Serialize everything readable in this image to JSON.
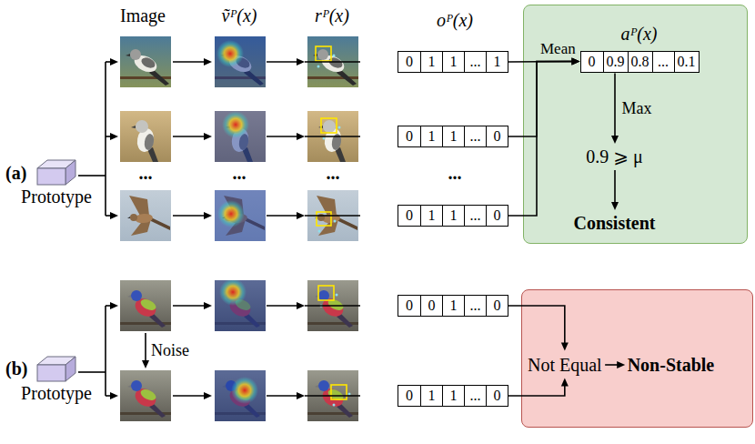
{
  "diagram": {
    "nodes": [
      {
        "text": [
          "Prototype"
        ]
      },
      {
        "text": [
          "0",
          "1",
          "1",
          "...",
          "1"
        ]
      },
      {
        "text": [
          "0",
          "1",
          "1",
          "...",
          "0"
        ]
      },
      {
        "text": [
          "0",
          "1",
          "1",
          "...",
          "0"
        ]
      },
      {
        "text": [
          "aᴾ(x)",
          "Max",
          "0.9 ⩾ μ",
          "Consistent"
        ]
      },
      {
        "text": [
          "0",
          "0.9",
          "0.8",
          "...",
          "0.1"
        ],
        "in": 4
      },
      {
        "text": [
          "Prototype"
        ]
      },
      {
        "text": [
          "0",
          "0",
          "1",
          "...",
          "0"
        ]
      },
      {
        "text": [
          "0",
          "1",
          "1",
          "...",
          "0"
        ]
      },
      {
        "text": [
          "Not Equal",
          "Non-Stable"
        ]
      }
    ],
    "edges": [
      {
        "from": 1,
        "to": 5,
        "label": "Mean",
        "arrow": "to"
      },
      {
        "from": 2,
        "to": 5,
        "arrow": "to"
      },
      {
        "from": 3,
        "to": 5,
        "arrow": "to"
      },
      {
        "from": 7,
        "to": 9,
        "arrow": "to"
      },
      {
        "from": 8,
        "to": 9,
        "arrow": "to"
      }
    ],
    "labels": [
      "Image",
      "ṽᴾ(x)",
      "rᴾ(x)",
      "oᴾ(x)",
      "(a)",
      "...",
      "...",
      "...",
      "...",
      "(b)",
      "Noise"
    ]
  }
}
